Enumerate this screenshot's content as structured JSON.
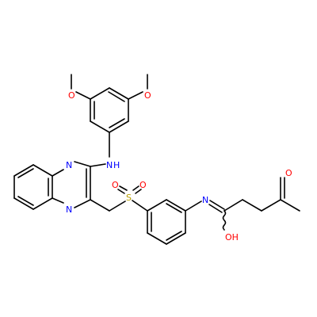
{
  "molecule": {
    "atom_labels": {
      "o_methoxy_left": "O",
      "o_methoxy_right": "O",
      "n_amine": "N",
      "h_amine": "H",
      "n_quinox_top": "N",
      "n_quinox_bottom": "N",
      "s_sulfonyl": "S",
      "o_sulfonyl_left": "O",
      "o_sulfonyl_right": "O",
      "n_imine": "N",
      "o_hydroxy": "OH",
      "o_ketone": "O"
    },
    "colors": {
      "bond": "#000000",
      "oxygen": "#ff0000",
      "nitrogen": "#0000ff",
      "sulfur": "#b8a000"
    }
  }
}
